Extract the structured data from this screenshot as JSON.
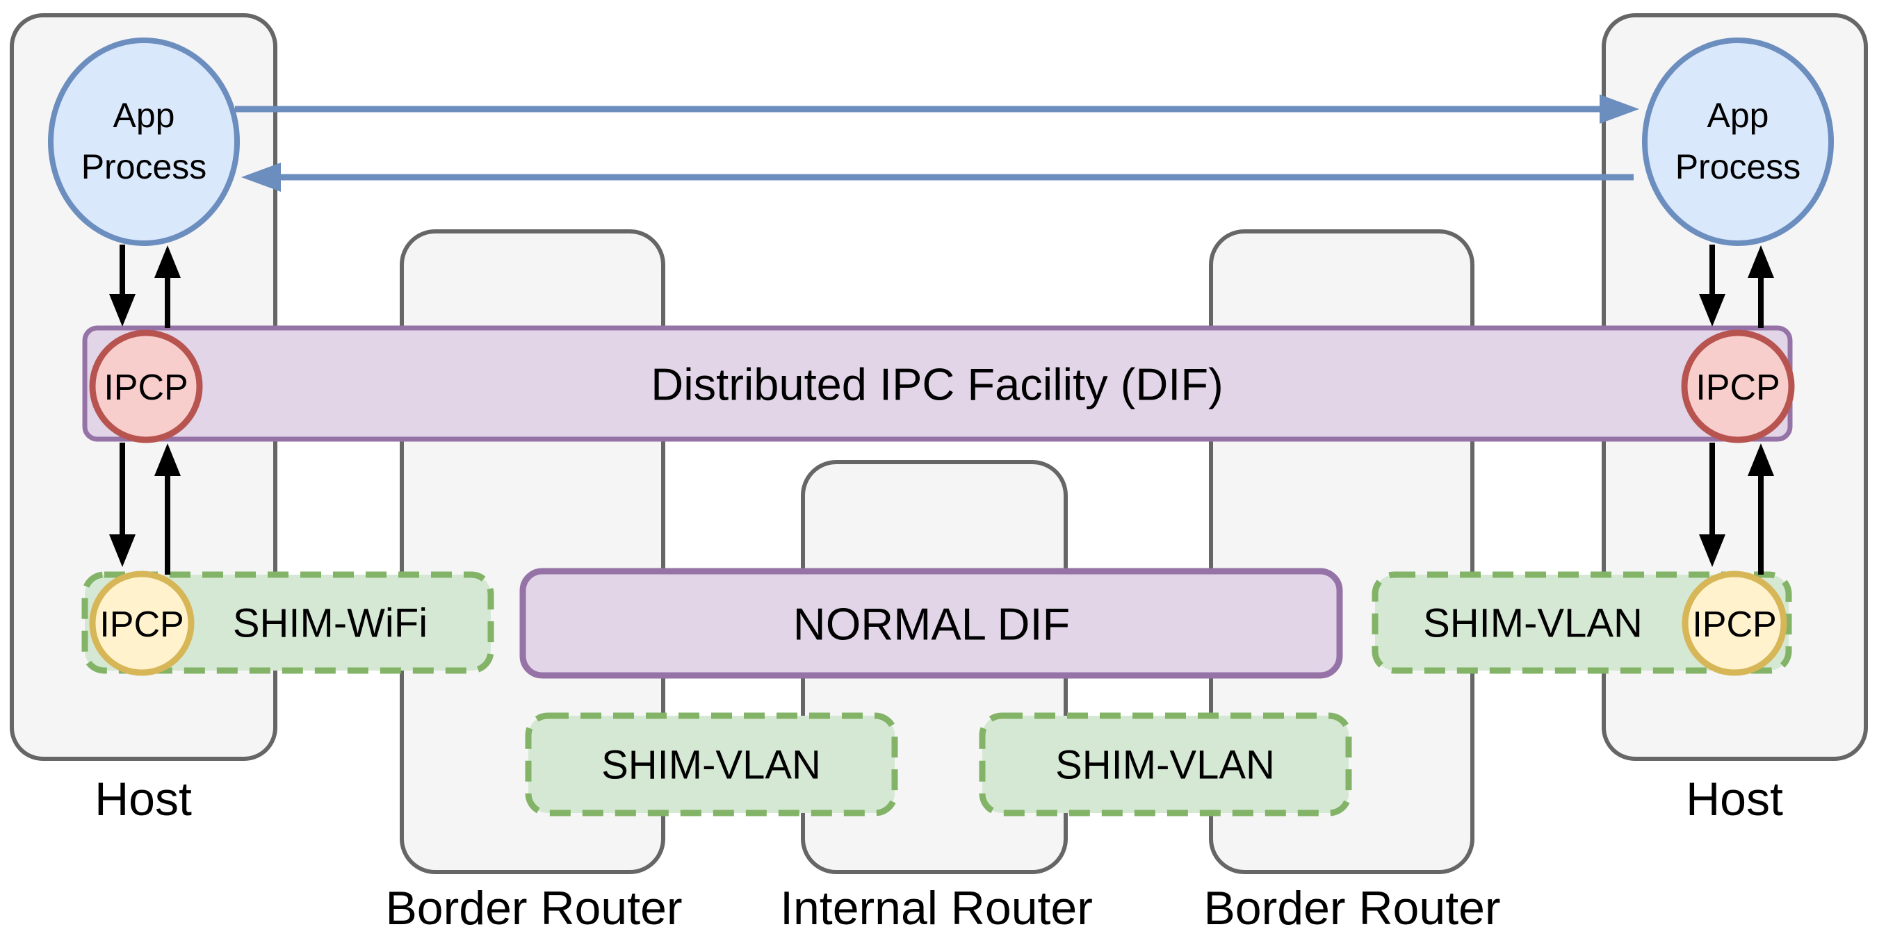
{
  "colors": {
    "background": "#ffffff",
    "container_fill": "#f5f5f5",
    "container_stroke": "#666666",
    "purple_fill": "#e1d5e7",
    "purple_stroke": "#9673a6",
    "green_fill": "#d5e8d4",
    "green_stroke": "#82b366",
    "blue_fill": "#dae8fc",
    "blue_stroke": "#6c8ebf",
    "red_fill": "#f8cecc",
    "red_stroke": "#b85450",
    "yellow_fill": "#fff2cc",
    "yellow_stroke": "#d6b656",
    "arrow_black": "#000000",
    "text": "#000000"
  },
  "labels": {
    "app_line1": "App",
    "app_line2": "Process",
    "ipcp": "IPCP",
    "dif_band": "Distributed IPC Facility (DIF)",
    "normal_dif": "NORMAL DIF",
    "shim_wifi": "SHIM-WiFi",
    "shim_vlan": "SHIM-VLAN",
    "host": "Host",
    "border_router": "Border Router",
    "internal_router": "Internal Router"
  }
}
